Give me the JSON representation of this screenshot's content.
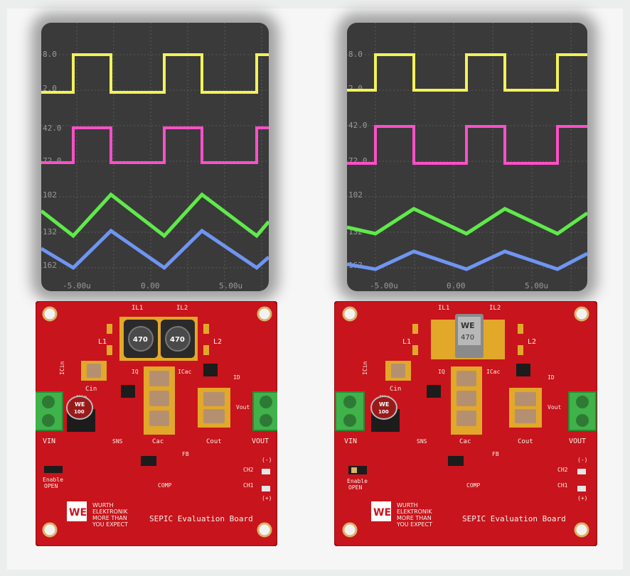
{
  "left": {
    "scope": {
      "ticks_y": [
        "8.0",
        "2.0",
        "42.0",
        "72.0",
        "102",
        "132",
        "162"
      ],
      "ticks_x": [
        "-5.00u",
        "0.00",
        "5.00u"
      ],
      "trace_colors": [
        "#f2f25a",
        "#ff4fc8",
        "#5fea4a",
        "#6f95f2"
      ]
    },
    "board": {
      "title": "SEPIC Evaluation Board",
      "brand": [
        "WURTH",
        "ELEKTRONIK",
        "MORE THAN",
        "YOU EXPECT"
      ],
      "logo": "WE",
      "inductor_label": "470",
      "labels": {
        "il1": "IL1",
        "il2": "IL2",
        "l1": "L1",
        "l2": "L2",
        "cin": "Cin",
        "icin": "ICin",
        "vin_small": "Vin",
        "vin": "VIN",
        "vout": "VOUT",
        "vout_small": "Vout",
        "cac": "Cac",
        "cout": "Cout",
        "iq": "IQ",
        "icac": "ICac",
        "id": "ID",
        "sns": "SNS",
        "fb": "FB",
        "ch1": "CH1",
        "ch2": "CH2",
        "comp": "COMP",
        "minus": "(-)",
        "plus": "(+)",
        "enable": "Enable",
        "open": "OPEN",
        "cap_val": "100"
      }
    }
  },
  "right": {
    "scope": {
      "ticks_y": [
        "8.0",
        "2.0",
        "42.0",
        "72.0",
        "102",
        "132",
        "162"
      ],
      "ticks_x": [
        "-5.00u",
        "0.00",
        "5.00u"
      ],
      "trace_colors": [
        "#f2f25a",
        "#ff4fc8",
        "#5fea4a",
        "#6f95f2"
      ]
    },
    "board": {
      "title": "SEPIC Evaluation Board",
      "brand": [
        "WURTH",
        "ELEKTRONIK",
        "MORE THAN",
        "YOU EXPECT"
      ],
      "logo": "WE",
      "inductor_label": "470",
      "labels": {
        "il1": "IL1",
        "il2": "IL2",
        "l1": "L1",
        "l2": "L2",
        "cin": "Cin",
        "icin": "ICin",
        "vin_small": "Vin",
        "vin": "VIN",
        "vout": "VOUT",
        "vout_small": "Vout",
        "cac": "Cac",
        "cout": "Cout",
        "iq": "IQ",
        "icac": "ICac",
        "id": "ID",
        "sns": "SNS",
        "fb": "FB",
        "ch1": "CH1",
        "ch2": "CH2",
        "comp": "COMP",
        "minus": "(-)",
        "plus": "(+)",
        "enable": "Enable",
        "open": "OPEN",
        "cap_val": "100"
      }
    }
  }
}
